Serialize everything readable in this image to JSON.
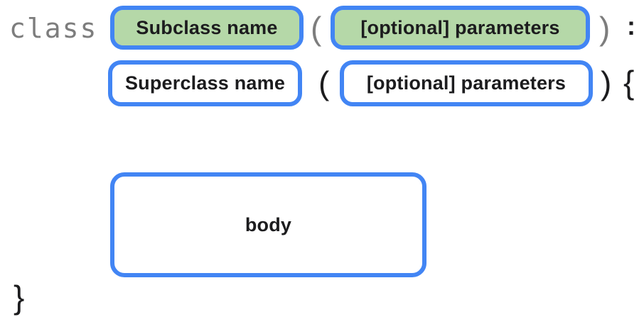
{
  "diagram": {
    "keyword": "class",
    "line1": {
      "subclass_box_label": "Subclass name",
      "open_paren": "(",
      "params_box_label": "[optional] parameters",
      "close_paren": ")",
      "colon": ":"
    },
    "line2": {
      "superclass_box_label": "Superclass name",
      "open_paren": "(",
      "params_box_label": "[optional] parameters",
      "close_paren": ")",
      "open_brace": "{"
    },
    "body_box_label": "body",
    "close_brace": "}",
    "colors": {
      "border_blue": "#4285f4",
      "fill_green": "#b5d8a8",
      "fill_white": "#ffffff",
      "keyword_gray": "#7d7d7d",
      "text_black": "#1c1c1e"
    }
  }
}
